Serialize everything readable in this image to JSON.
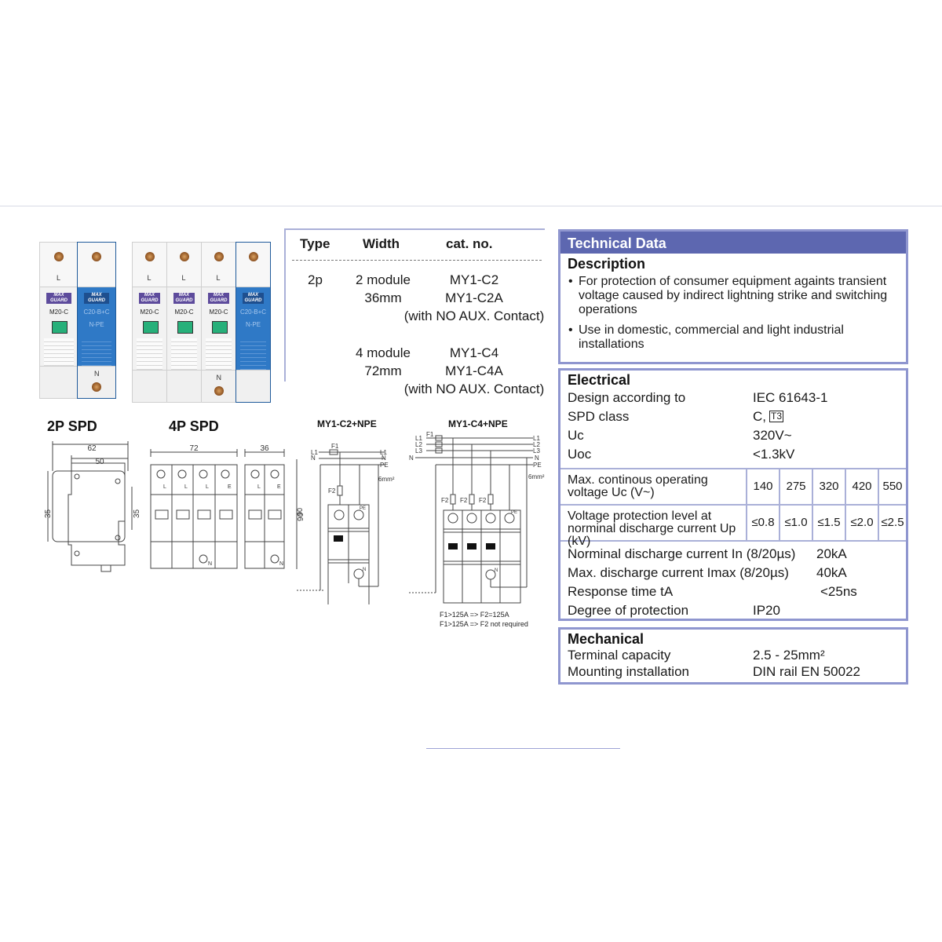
{
  "products": {
    "brand": "MAX GUARD",
    "phase_model": "M20-C",
    "npe_model": "C20-B+C",
    "npe_label": "N-PE",
    "terminals_2p": [
      "L",
      "N"
    ],
    "terminals_4p": [
      "L",
      "L",
      "L",
      "N"
    ]
  },
  "selection_table": {
    "headers": {
      "type": "Type",
      "width": "Width",
      "cat_no": "cat. no."
    },
    "type_value": "2p",
    "rows": [
      {
        "module": "2 module",
        "width": "36mm",
        "cat_nos": [
          "MY1-C2",
          "MY1-C2A",
          "(with NO AUX. Contact)"
        ]
      },
      {
        "module": "4 module",
        "width": "72mm",
        "cat_nos": [
          "MY1-C4",
          "MY1-C4A",
          "(with NO AUX. Contact)"
        ]
      }
    ]
  },
  "drawings": {
    "title_2p": "2P SPD",
    "title_4p": "4P SPD",
    "dims_2p": {
      "overall_width": "62",
      "inner_width": "50",
      "height_left": "35",
      "height_right": "35"
    },
    "dims_4p": {
      "width_4": "72",
      "width_2": "36",
      "height": "90"
    },
    "labels_4p": [
      "L",
      "L",
      "L",
      "E"
    ],
    "labels_2": [
      "L",
      "E"
    ],
    "neutral": "N"
  },
  "wiring": {
    "c2": {
      "title": "MY1-C2+NPE",
      "lines": [
        "L1",
        "N",
        "PE"
      ],
      "fuses": [
        "F1",
        "F2"
      ],
      "conductor": "6mm²",
      "dim": "90",
      "terminals": [
        "PE",
        "N"
      ]
    },
    "c4": {
      "title": "MY1-C4+NPE",
      "lines": [
        "L1",
        "L2",
        "L3",
        "N",
        "PE"
      ],
      "fuses": [
        "F1",
        "F2"
      ],
      "conductor": "6mm²",
      "terminals": [
        "PE",
        "N"
      ],
      "notes": [
        "F1>125A  => F2=125A",
        "F1>125A  => F2 not required"
      ]
    }
  },
  "technical_data": {
    "header": "Technical Data",
    "description": {
      "title": "Description",
      "bullets": [
        "For protection of consumer equipment againts transient voltage caused by indirect lightning strike and switching operations",
        "Use in domestic, commercial and light industrial installations"
      ]
    },
    "electrical": {
      "title": "Electrical",
      "rows": [
        {
          "label": "Design according to",
          "value": "IEC 61643-1"
        },
        {
          "label": "SPD class",
          "value": "C,",
          "badge": "T3"
        },
        {
          "label": "Uc",
          "value": "320V~"
        },
        {
          "label": "Uoc",
          "value": "<1.3kV"
        }
      ],
      "grid": [
        {
          "label": "Max. continous operating voltage Uc (V~)",
          "values": [
            "140",
            "275",
            "320",
            "420",
            "550"
          ]
        },
        {
          "label": "Voltage protection level at norminal discharge current Up (kV)",
          "values": [
            "≤0.8",
            "≤1.0",
            "≤1.5",
            "≤2.0",
            "≤2.5"
          ]
        }
      ],
      "rows2": [
        {
          "label": "Norminal discharge current In (8/20µs)",
          "value": "20kA"
        },
        {
          "label": "Max. discharge current Imax (8/20µs)",
          "value": "40kA"
        },
        {
          "label": "Response time tA",
          "value": "<25ns"
        },
        {
          "label": "Degree of protection",
          "value": "IP20"
        }
      ]
    },
    "mechanical": {
      "title": "Mechanical",
      "rows": [
        {
          "label": "Terminal capacity",
          "value": "2.5 - 25mm²"
        },
        {
          "label": "Mounting installation",
          "value": "DIN rail EN 50022"
        }
      ]
    }
  },
  "colors": {
    "header_blue": "#5d67b0",
    "border_blue": "#8f96cf",
    "module_blue": "#2f79c6",
    "brand_purple": "#5d4b9c",
    "indicator_green": "#27b07a"
  }
}
